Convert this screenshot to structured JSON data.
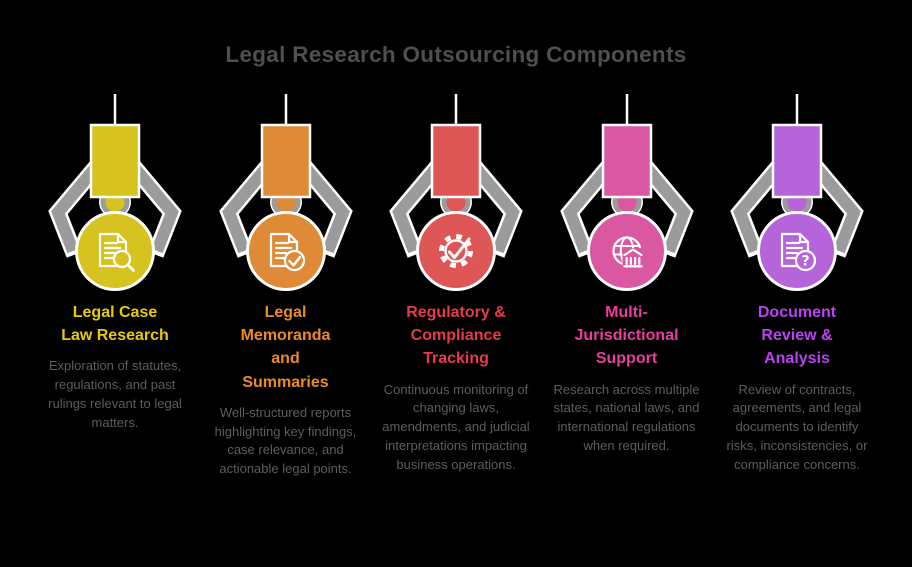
{
  "page": {
    "background": "#000000",
    "title": "Legal Research Outsourcing Components",
    "title_color": "#4f4f4f",
    "body_text_color": "#5d5d5d"
  },
  "claw": {
    "arm_color": "#9b9b9b",
    "outline_color": "#ffffff"
  },
  "columns": [
    {
      "icon": "document-search-icon",
      "title": "Legal Case\nLaw Research",
      "title_color": "#e7ca09",
      "accent": "#d6c31f",
      "description": "Exploration of statutes, regulations, and past rulings relevant to legal matters."
    },
    {
      "icon": "document-check-icon",
      "title": "Legal\nMemoranda\nand\nSummaries",
      "title_color": "#ec8b26",
      "accent": "#df8a36",
      "description": "Well-structured reports highlighting key findings, case relevance, and actionable legal points."
    },
    {
      "icon": "gear-check-icon",
      "title": "Regulatory &\nCompliance\nTracking",
      "title_color": "#e93a4c",
      "accent": "#df5656",
      "description": "Continuous monitoring of changing laws, amendments, and judicial interpretations impacting business operations."
    },
    {
      "icon": "globe-courthouse-icon",
      "title": "Multi-\nJurisdictional\nSupport",
      "title_color": "#ea3d9e",
      "accent": "#da58a2",
      "description": "Research across multiple states, national laws, and international regulations when required."
    },
    {
      "icon": "document-question-icon",
      "title": "Document\nReview &\nAnalysis",
      "title_color": "#bb42f0",
      "accent": "#b664da",
      "icon_glyph": "?",
      "description": "Review of contracts, agreements, and legal documents to identify risks, inconsistencies, or compliance concerns."
    }
  ]
}
